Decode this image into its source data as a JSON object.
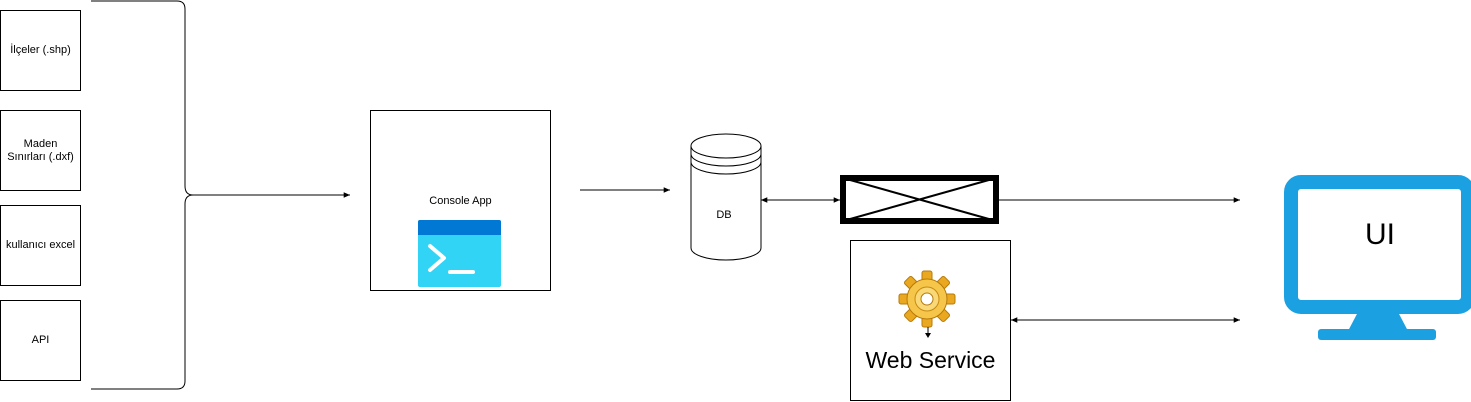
{
  "sources": [
    {
      "lines": [
        "İlçeler (.shp)"
      ]
    },
    {
      "lines": [
        "Maden",
        "Sınırları (.dxf)"
      ]
    },
    {
      "lines": [
        "kullanıcı excel"
      ]
    },
    {
      "lines": [
        "API"
      ]
    }
  ],
  "console_app": {
    "label": "Console App",
    "icon": "terminal-icon"
  },
  "db": {
    "label": "DB",
    "icon": "database-cylinder"
  },
  "blocked_connector": {
    "icon": "crossed-box"
  },
  "web_service": {
    "label": "Web Service",
    "icon": "gear-icon"
  },
  "ui": {
    "label": "UI",
    "icon": "monitor-icon"
  },
  "colors": {
    "stroke": "#000000",
    "console_icon_top": "#0078d4",
    "console_icon_body": "#32d4f5",
    "monitor": "#1ba1e2",
    "gear": "#f0b429"
  }
}
